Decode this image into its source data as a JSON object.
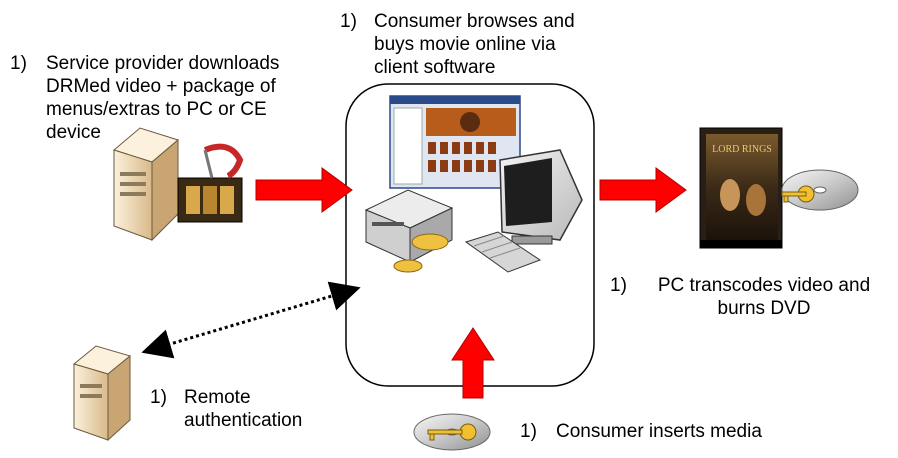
{
  "steps": [
    {
      "id": "provider",
      "number": "1)",
      "text": "Service provider downloads\nDRMed video + package of\nmenus/extras to PC or CE\ndevice"
    },
    {
      "id": "browse",
      "number": "1)",
      "text": "Consumer browses and\nbuys movie online via\nclient software"
    },
    {
      "id": "transcode",
      "number": "1)",
      "text": "PC transcodes video and\nburns DVD"
    },
    {
      "id": "auth",
      "number": "1)",
      "text": "Remote\nauthentication"
    },
    {
      "id": "insert",
      "number": "1)",
      "text": "Consumer inserts media"
    }
  ],
  "dvd_cover": {
    "title": "LORD RINGS"
  },
  "colors": {
    "arrow": "#ff0000",
    "arrow_outline": "#b40000",
    "server": "#f3dcb4",
    "dvd_case": "#2a1f14"
  }
}
